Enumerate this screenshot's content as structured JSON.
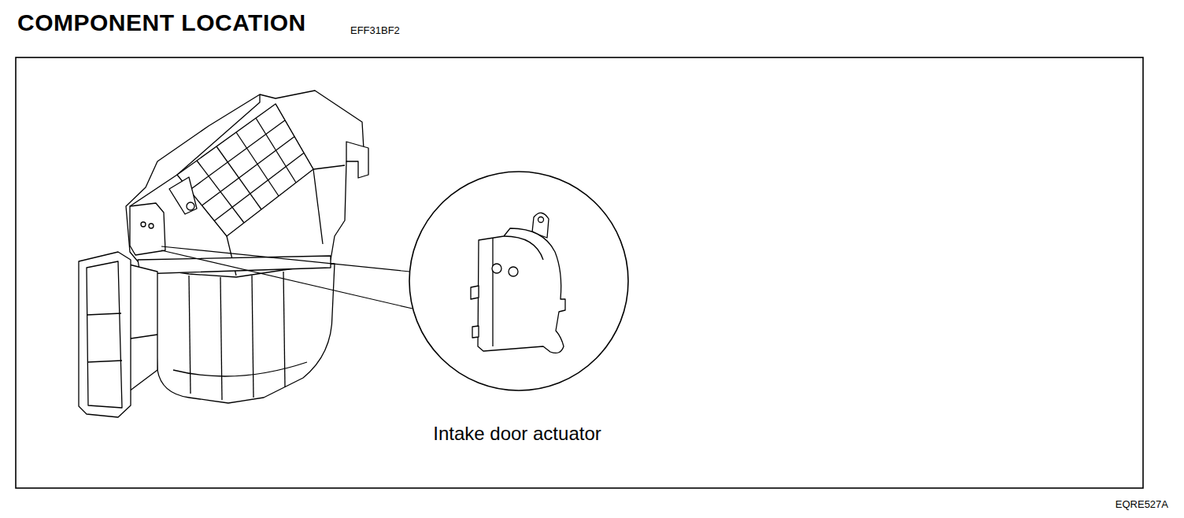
{
  "diagram": {
    "title": "COMPONENT LOCATION",
    "labels": [
      "EFF31BF2",
      "Intake door actuator",
      "EQRE527A"
    ]
  }
}
